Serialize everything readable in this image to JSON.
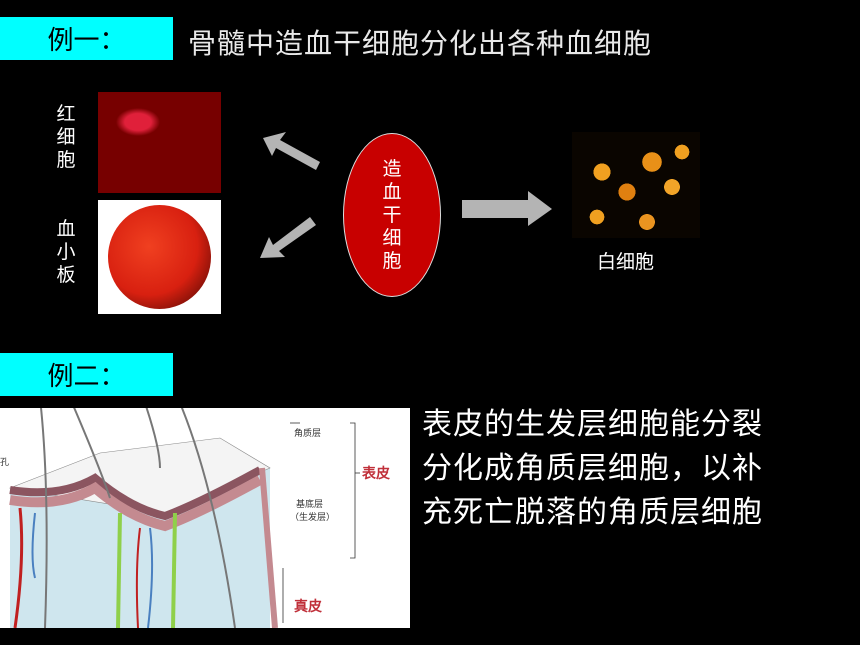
{
  "example1": {
    "label": "例一：",
    "heading": "骨髓中造血干细胞分化出各种血细胞",
    "red_blood_cell_label": "红细胞",
    "platelet_label": "血小板",
    "stem_cell_label": "造血干细胞",
    "white_blood_cell_label": "白细胞"
  },
  "example2": {
    "label": "例二：",
    "diagram_labels": {
      "stratum_corneum": "角质层",
      "epidermis": "表皮",
      "basal_layer": "基底层",
      "germinative_layer": "（生发层）",
      "dermis": "真皮",
      "pore": "孔"
    },
    "body_lines": [
      "表皮的生发层细胞能分裂",
      "分化成角质层细胞，以补",
      "充死亡脱落的角质层细胞"
    ]
  },
  "colors": {
    "label_bg": "#00ffff",
    "background": "#000000",
    "stem_cell_fill": "#c80000",
    "arrow": "#b4b4b4"
  }
}
